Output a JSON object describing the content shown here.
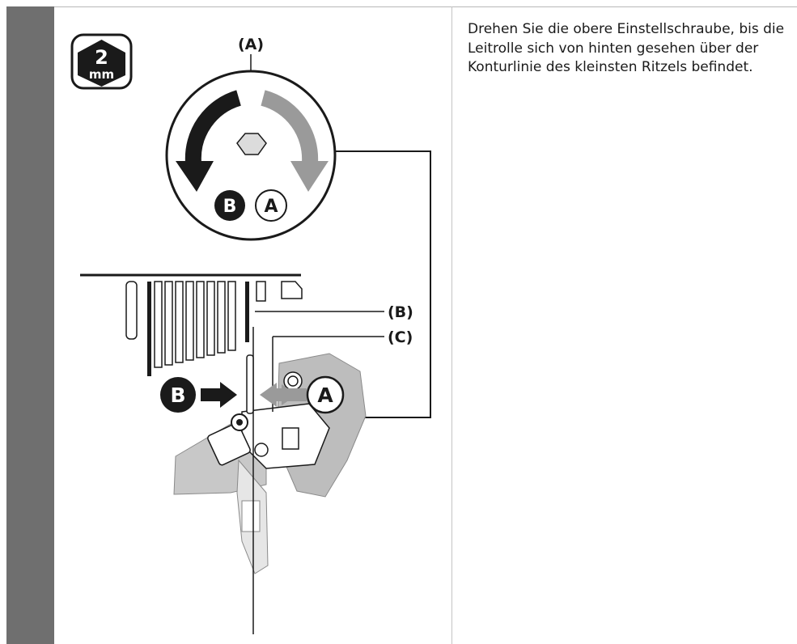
{
  "tool": {
    "size_value": "2",
    "size_unit": "mm"
  },
  "labels": {
    "bolt": "(A)",
    "cog_outline": "(B)",
    "pulley": "(C)"
  },
  "direction_badges": {
    "b": "B",
    "a": "A"
  },
  "instruction": {
    "text": "Drehen Sie die obere Einstellschraube, bis die Leitrolle sich von hinten gesehen über der Konturlinie des kleinsten Ritzels befindet."
  },
  "colors": {
    "side_bar": "#6f6f6f",
    "arrow_dark": "#1a1a1a",
    "arrow_light": "#9a9a9a",
    "part_gray": "#bdbdbd"
  }
}
